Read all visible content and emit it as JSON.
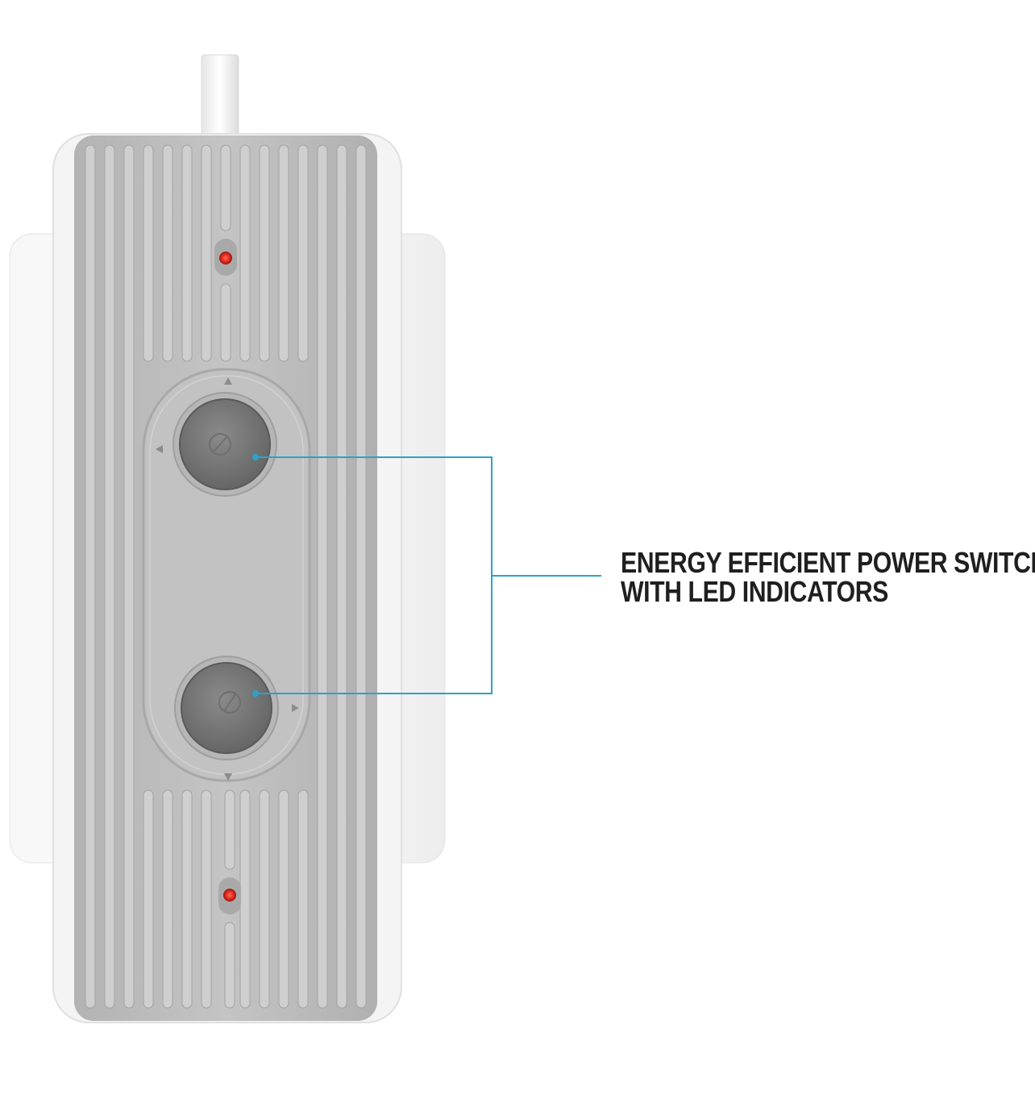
{
  "image": {
    "subject": "power-strip-side-panel",
    "colors": {
      "background": "#ffffff",
      "housing_body": "#bdbdbd",
      "housing_shell": "#f2f2f2",
      "button": "#7a7a7a",
      "led": "#e02a1e",
      "callout_line": "#2aa3c9",
      "text": "#1f1f1f"
    },
    "leds": {
      "count": 2,
      "state": "on"
    },
    "switches": {
      "count": 2
    }
  },
  "callout": {
    "line1": "ENERGY EFFICIENT POWER SWITCHES",
    "line2": "WITH LED INDICATORS"
  }
}
